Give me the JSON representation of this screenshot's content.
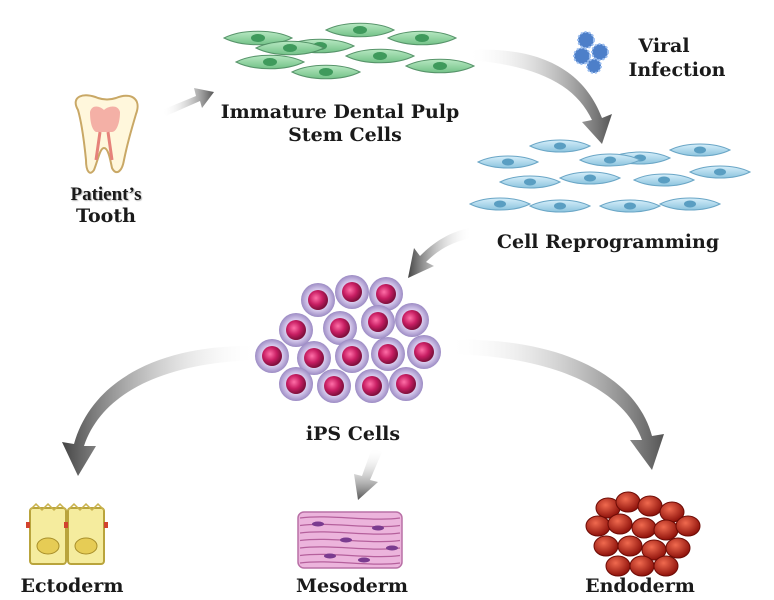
{
  "labels": {
    "tooth_line1": "Patient’s",
    "tooth_line2": "Tooth",
    "pulp_line1": "Immature Dental Pulp",
    "pulp_line2": "Stem Cells",
    "viral_line1": "Viral",
    "viral_line2": "Infection",
    "reprogramming": "Cell Reprogramming",
    "ips": "iPS Cells",
    "ectoderm": "Ectoderm",
    "mesoderm": "Mesoderm",
    "endoderm": "Endoderm"
  },
  "colors": {
    "stem_cell": "#7fcf96",
    "stem_cell_nucleus": "#3f9a5c",
    "reprogrammed_cell": "#a9d8ee",
    "reprogrammed_nucleus": "#5a9ec2",
    "ips_cell_outer": "#b7a6d6",
    "ips_cell_core": "#c81e63",
    "virus": "#4d7fc9",
    "ectoderm_cell": "#f1e59a",
    "mesoderm_tissue": "#e7a5d6",
    "endoderm_cell": "#c7281c",
    "arrow": "#333333"
  },
  "icons": [
    "tooth-icon",
    "virus-icon"
  ]
}
